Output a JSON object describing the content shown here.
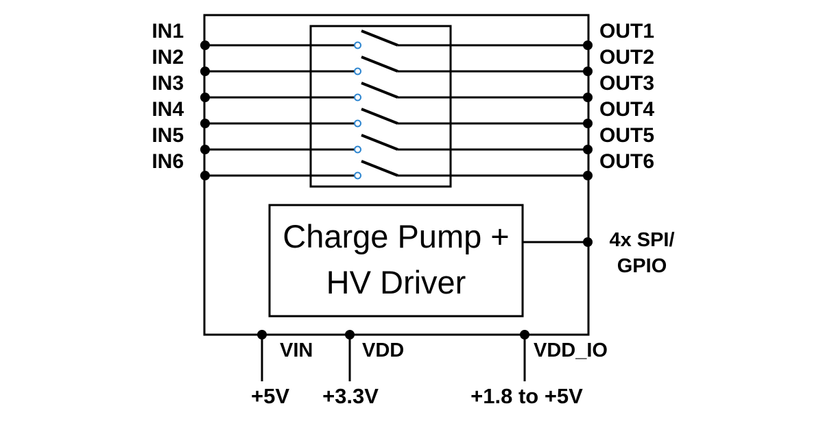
{
  "diagram": {
    "inputs": [
      "IN1",
      "IN2",
      "IN3",
      "IN4",
      "IN5",
      "IN6"
    ],
    "outputs": [
      "OUT1",
      "OUT2",
      "OUT3",
      "OUT4",
      "OUT5",
      "OUT6"
    ],
    "core_block": {
      "line1": "Charge Pump +",
      "line2": "HV Driver"
    },
    "spi_label": {
      "line1": "4x SPI/",
      "line2": "GPIO"
    },
    "bottom_pins": [
      {
        "name": "VIN",
        "voltage": "+5V"
      },
      {
        "name": "VDD",
        "voltage": "+3.3V"
      },
      {
        "name": "VDD_IO",
        "voltage": "+1.8 to +5V"
      }
    ],
    "colors": {
      "wire": "#000000",
      "switch_contact": "#2E86D0",
      "background": "#FFFFFF"
    }
  }
}
